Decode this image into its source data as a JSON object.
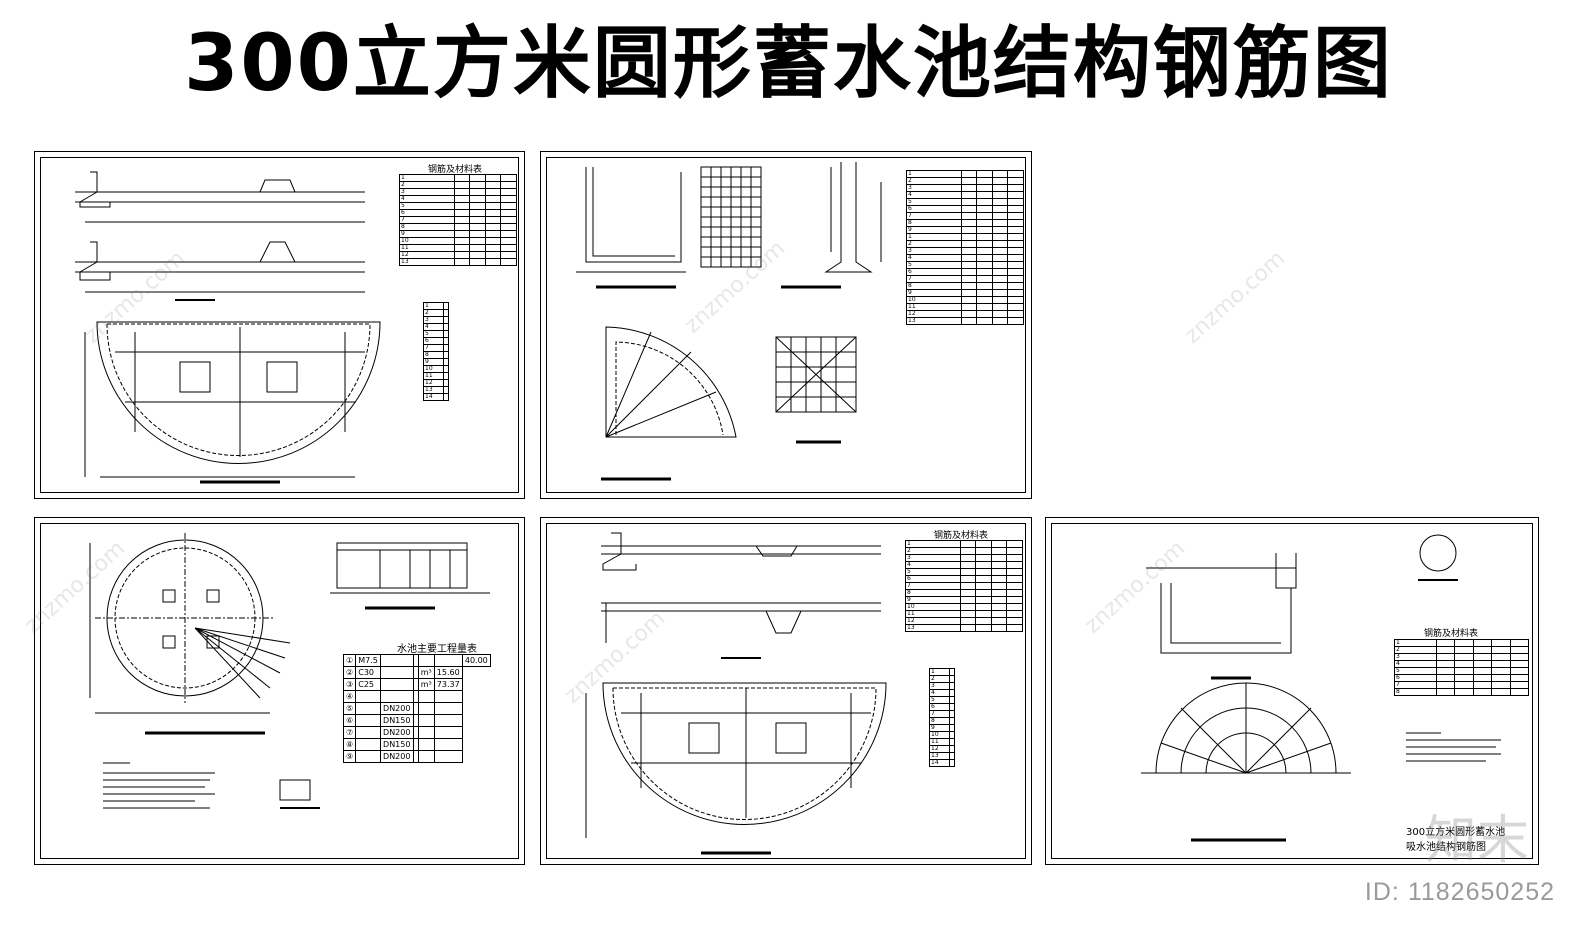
{
  "title": "300立方米圆形蓄水池结构钢筋图",
  "sheets": {
    "s1": {
      "table_title": "钢筋及材料表"
    },
    "s3": {
      "table_title": "水池主要工程量表",
      "rows": [
        [
          "①",
          "M7.5",
          "",
          "",
          "",
          ""
        ],
        [
          "②",
          "C30",
          "",
          "",
          "m³",
          "15.60"
        ],
        [
          "③",
          "C25",
          "",
          "",
          "m³",
          "73.37"
        ],
        [
          "④",
          "",
          "",
          "",
          "",
          ""
        ],
        [
          "⑤",
          "",
          "DN200",
          "",
          "",
          ""
        ],
        [
          "⑥",
          "",
          "DN150",
          "",
          "",
          ""
        ],
        [
          "⑦",
          "",
          "DN200",
          "",
          "",
          ""
        ],
        [
          "⑧",
          "",
          "DN150",
          "",
          "",
          ""
        ],
        [
          "⑨",
          "",
          "DN200",
          "",
          "",
          ""
        ]
      ],
      "extra_value": "40.00"
    },
    "s4": {
      "table_title": "钢筋及材料表"
    },
    "s5": {
      "table_title": "钢筋及材料表",
      "note_line1": "300立方米圆形蓄水池",
      "note_line2": "吸水池结构钢筋图"
    }
  },
  "watermark": "znzmo.com",
  "watermark_logo": "知末",
  "id_label": "ID: 1182650252"
}
